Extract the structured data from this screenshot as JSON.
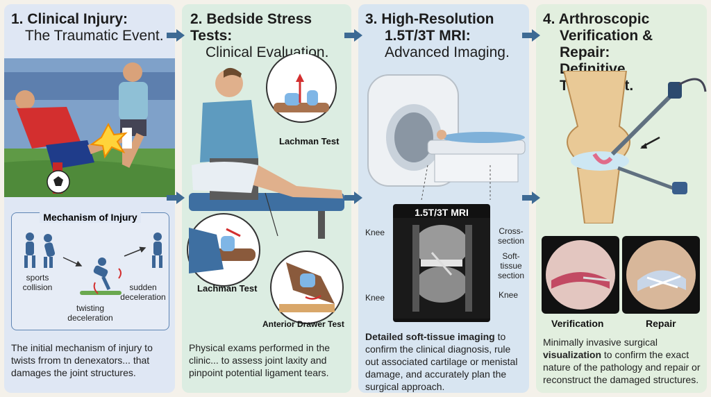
{
  "panels": [
    {
      "title": "1. Clinical Injury:",
      "subtitle": "The Traumatic Event.",
      "box_title": "Mechanism of Injury",
      "labels": [
        "sports collision",
        "twisting deceleration",
        "sudden deceleration"
      ],
      "description": "The initial mechanism of injury to twists frrom tn denexators... that damages the joint structures."
    },
    {
      "title": "2. Bedside Stress Tests:",
      "subtitle": "Clinical Evaluation.",
      "labels": [
        "Lachman Test",
        "Lachman Test",
        "Anterior Drawer Test"
      ],
      "description": "Physical exams performed in the clinic... to assess joint laxity and pinpoint potential ligament tears."
    },
    {
      "title": "3. High-Resolution",
      "title2": "1.5T/3T MRI:",
      "subtitle": "Advanced Imaging.",
      "mri_title": "1.5T/3T MRI",
      "mri_labels": [
        "Knee",
        "Cross-section",
        "Soft-tissue section",
        "Knee",
        "Knee"
      ],
      "description_bold": "Detailed soft-tissue imaging",
      "description": " to confirm the clinical diagnosis, rule out associated cartilage or menistal damage, and accurately plan the surgical approach."
    },
    {
      "title": "4. Arthroscopic",
      "title2": "Verification & Repair:",
      "subtitle": "Definitive Treatment.",
      "labels": [
        "Verification",
        "Repair"
      ],
      "description_pre": "Minimally invasive surgical ",
      "description_bold": "visualization",
      "description": " to confirm the exact nature of the pathology and repair or reconstruct the damaged structures."
    }
  ],
  "colors": {
    "arrow": "#3d6a94",
    "panel1": "#dfe7f4",
    "panel2": "#dcede2",
    "panel3": "#d8e5f1",
    "panel4": "#e2efdf"
  }
}
